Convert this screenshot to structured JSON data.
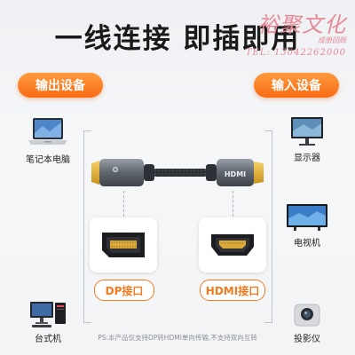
{
  "title": "一线连接 即插即用",
  "watermark": {
    "main": "裕聚文化",
    "sub": "成册回顾",
    "tel": "TEL: 13042262000"
  },
  "left_section": {
    "label": "输出设备",
    "devices": [
      {
        "name": "笔记本电脑",
        "icon": "laptop-icon"
      },
      {
        "name": "台式机",
        "icon": "desktop-pc-icon"
      }
    ]
  },
  "right_section": {
    "label": "输入设备",
    "devices": [
      {
        "name": "显示器",
        "icon": "monitor-icon"
      },
      {
        "name": "电视机",
        "icon": "tv-icon"
      },
      {
        "name": "投影仪",
        "icon": "projector-icon"
      }
    ]
  },
  "cable": {
    "hdmi_text": "HDMI"
  },
  "ports": {
    "dp_label": "DP接口",
    "hdmi_label": "HDMI接口"
  },
  "footnote": "PS:本产品仅支持DP转HDMI单向传输,不支持双向互转",
  "colors": {
    "accent": "#f76b14",
    "watermark": "#e58a97",
    "connector_gold": "#e9b52f",
    "connector_gray": "#6a7078"
  }
}
